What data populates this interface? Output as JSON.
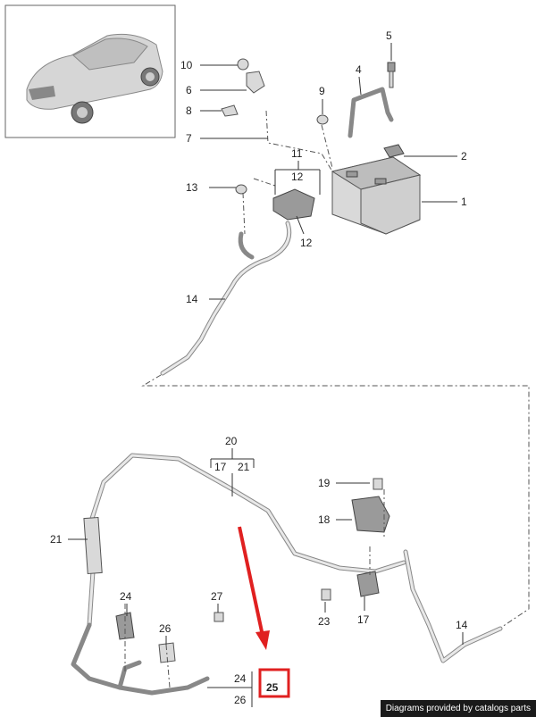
{
  "callouts": [
    {
      "id": "c1",
      "label": "1"
    },
    {
      "id": "c2",
      "label": "2"
    },
    {
      "id": "c4",
      "label": "4"
    },
    {
      "id": "c5",
      "label": "5"
    },
    {
      "id": "c6",
      "label": "6"
    },
    {
      "id": "c7",
      "label": "7"
    },
    {
      "id": "c8",
      "label": "8"
    },
    {
      "id": "c9",
      "label": "9"
    },
    {
      "id": "c10",
      "label": "10"
    },
    {
      "id": "c11",
      "label": "11"
    },
    {
      "id": "c12a",
      "label": "12"
    },
    {
      "id": "c12b",
      "label": "12"
    },
    {
      "id": "c13",
      "label": "13"
    },
    {
      "id": "c14a",
      "label": "14"
    },
    {
      "id": "c20",
      "label": "20"
    },
    {
      "id": "c17a",
      "label": "17"
    },
    {
      "id": "c21a",
      "label": "21"
    },
    {
      "id": "c19",
      "label": "19"
    },
    {
      "id": "c18",
      "label": "18"
    },
    {
      "id": "c21b",
      "label": "21"
    },
    {
      "id": "c24a",
      "label": "24"
    },
    {
      "id": "c27",
      "label": "27"
    },
    {
      "id": "c23",
      "label": "23"
    },
    {
      "id": "c17b",
      "label": "17"
    },
    {
      "id": "c26a",
      "label": "26"
    },
    {
      "id": "c14b",
      "label": "14"
    },
    {
      "id": "c24b",
      "label": "24"
    },
    {
      "id": "c25",
      "label": "25"
    },
    {
      "id": "c26b",
      "label": "26"
    }
  ],
  "highlight": {
    "label": "25",
    "color": "#e02020"
  },
  "arrow_color": "#e02020",
  "credit": "Diagrams provided by catalogs parts"
}
